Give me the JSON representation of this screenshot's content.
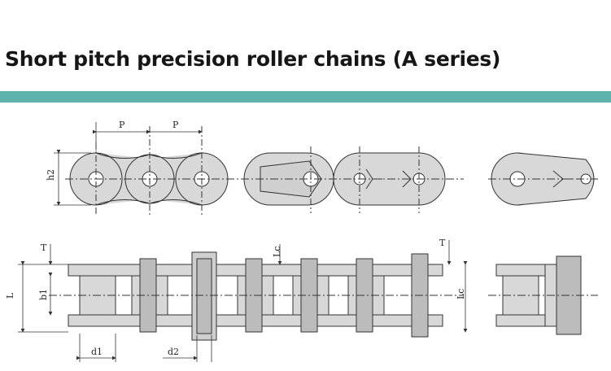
{
  "title": "Short pitch precision roller chains (A series)",
  "colors": {
    "accent_bar": "#5fb3ad",
    "plate_fill": "#d8d8d8",
    "outline": "#333333",
    "pin_fill": "#bcbcbc"
  },
  "labels": {
    "pitch_left": "P",
    "pitch_right": "P",
    "h2": "h2",
    "T_left": "T",
    "L": "L",
    "b1": "b1",
    "Lc_mid": "Lc",
    "T_right": "T",
    "Lc_right": "Lc",
    "d1": "d1",
    "d2": "d2"
  }
}
